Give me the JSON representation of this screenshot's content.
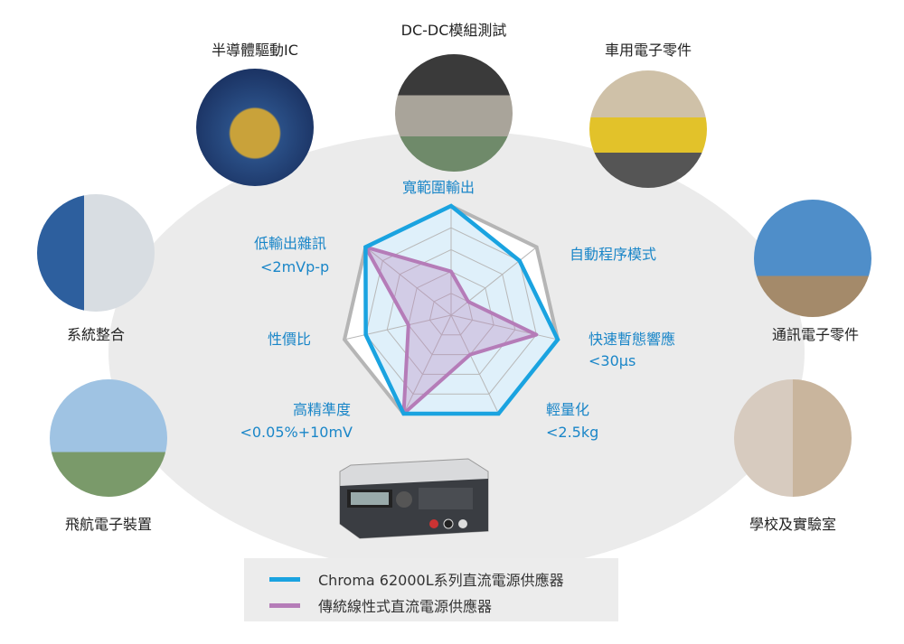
{
  "applications": [
    {
      "label": "半導體驅動IC",
      "icon": "cpu-chip-photo"
    },
    {
      "label": "DC-DC模組測試",
      "icon": "dc-dc-module-photo"
    },
    {
      "label": "車用電子零件",
      "icon": "car-photo"
    },
    {
      "label": "系統整合",
      "icon": "rack-system-photo"
    },
    {
      "label": "通訊電子零件",
      "icon": "satellite-dish-photo"
    },
    {
      "label": "飛航電子裝置",
      "icon": "airplane-photo"
    },
    {
      "label": "學校及實驗室",
      "icon": "lab-students-photo"
    }
  ],
  "chart_data": {
    "type": "radar",
    "axes": [
      {
        "label": "寬範圍輸出",
        "sub": ""
      },
      {
        "label": "自動程序模式",
        "sub": ""
      },
      {
        "label": "快速暫態響應",
        "sub": "<30μs"
      },
      {
        "label": "輕量化",
        "sub": "<2.5kg"
      },
      {
        "label": "高精準度",
        "sub": "<0.05%+10mV"
      },
      {
        "label": "性價比",
        "sub": ""
      },
      {
        "label": "低輸出雜訊",
        "sub": "<2mVp-p"
      }
    ],
    "range": [
      0,
      5
    ],
    "rings": 5,
    "series": [
      {
        "name": "Chroma 62000L系列直流電源供應器",
        "color": "#1aa3e0",
        "values": [
          5,
          4,
          5,
          5,
          5,
          4,
          5
        ]
      },
      {
        "name": "傳統線性式直流電源供應器",
        "color": "#b57cb8",
        "values": [
          2,
          1,
          4,
          2,
          5,
          2,
          5
        ]
      }
    ]
  }
}
